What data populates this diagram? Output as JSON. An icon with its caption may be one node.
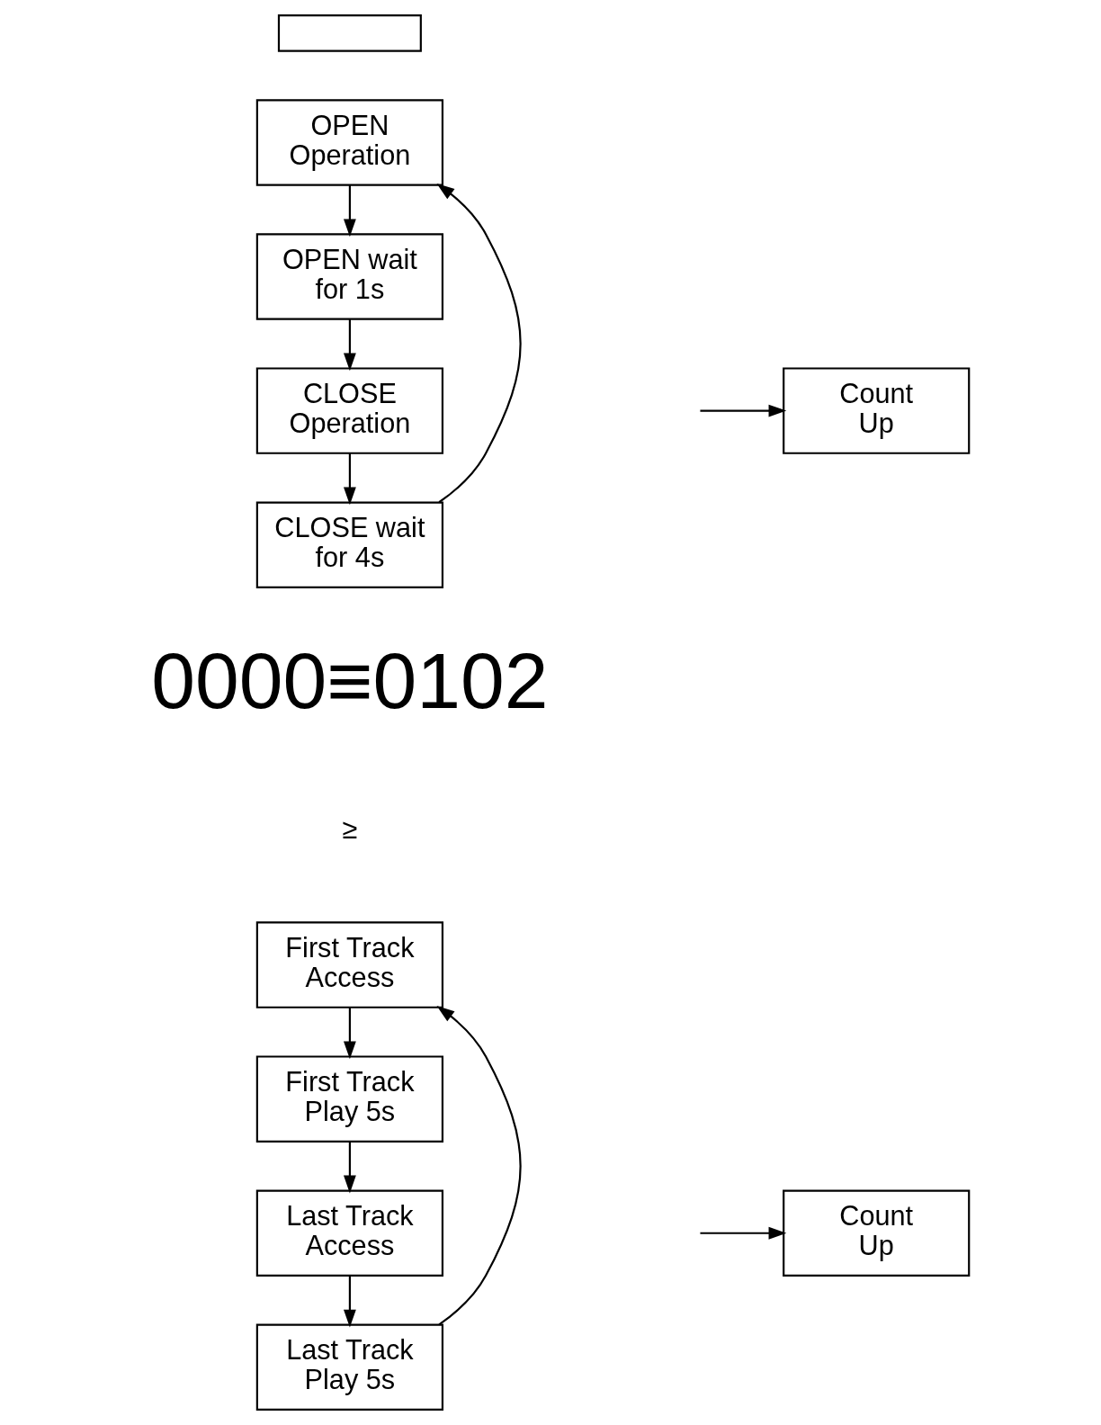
{
  "diagram": {
    "nodes": [
      {
        "text": [],
        "shape": "box"
      },
      {
        "text": [
          "OPEN Operation"
        ]
      },
      {
        "text": [
          "OPEN wait for 1s"
        ]
      },
      {
        "text": [
          "CLOSE Operation"
        ]
      },
      {
        "text": [
          "CLOSE wait for 4s"
        ]
      },
      {
        "text": [
          "Count Up"
        ]
      },
      {
        "text": [
          "First Track Access"
        ]
      },
      {
        "text": [
          "First Track Play 5s"
        ]
      },
      {
        "text": [
          "Last Track Access"
        ]
      },
      {
        "text": [
          "Last Track Play 5s"
        ]
      },
      {
        "text": [
          "Count Up"
        ]
      }
    ],
    "edges": [
      {
        "from": 1,
        "to": 2,
        "arrow": "to"
      },
      {
        "from": 2,
        "to": 3,
        "arrow": "to"
      },
      {
        "from": 3,
        "to": 4,
        "arrow": "to"
      },
      {
        "from": 4,
        "to": 1,
        "arrow": "to"
      },
      {
        "from": null,
        "to": 5,
        "arrow": "to"
      },
      {
        "from": 6,
        "to": 7,
        "arrow": "to"
      },
      {
        "from": 7,
        "to": 8,
        "arrow": "to"
      },
      {
        "from": 8,
        "to": 9,
        "arrow": "to"
      },
      {
        "from": 9,
        "to": 6,
        "arrow": "to"
      },
      {
        "from": null,
        "to": 10,
        "arrow": "to"
      }
    ],
    "labels": [
      "0000≡0102",
      "≥"
    ]
  }
}
